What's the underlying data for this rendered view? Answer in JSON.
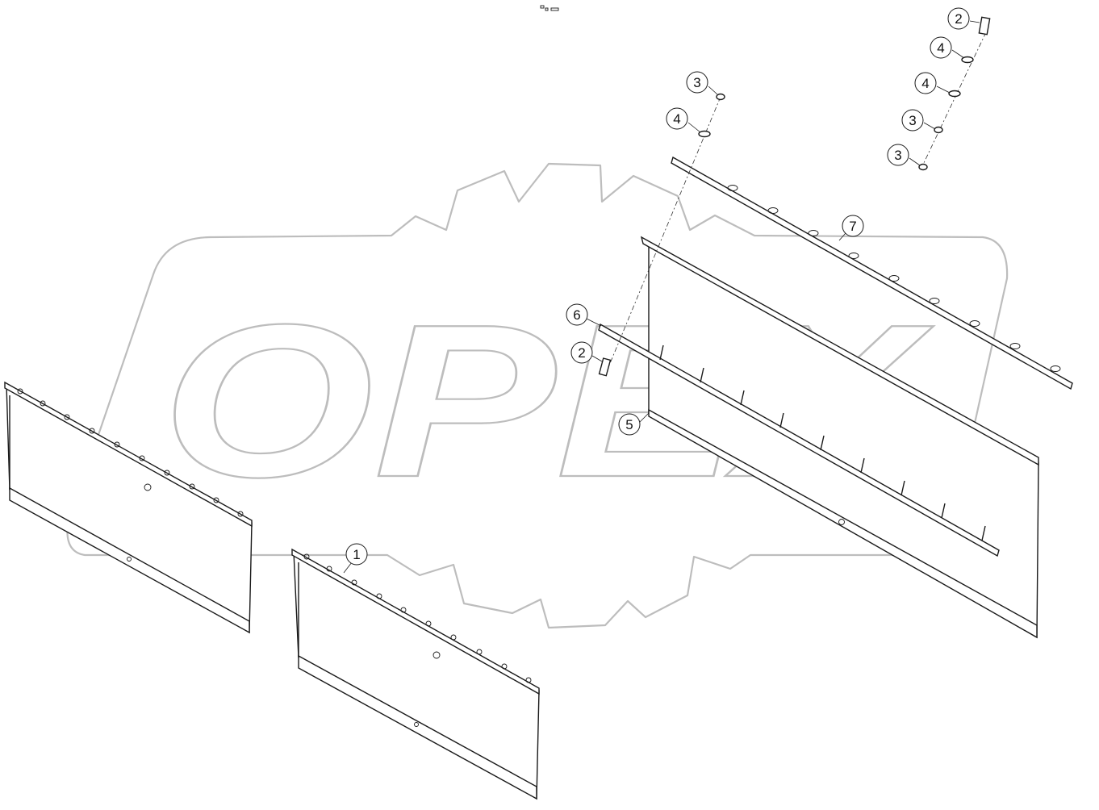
{
  "watermark": {
    "text": "OPEX"
  },
  "header_mark": "",
  "callouts": [
    {
      "id": "c-2a",
      "label": "2"
    },
    {
      "id": "c-4a",
      "label": "4"
    },
    {
      "id": "c-4b",
      "label": "4"
    },
    {
      "id": "c-3a",
      "label": "3"
    },
    {
      "id": "c-3b",
      "label": "3"
    },
    {
      "id": "c-3c",
      "label": "3"
    },
    {
      "id": "c-4c",
      "label": "4"
    },
    {
      "id": "c-7",
      "label": "7"
    },
    {
      "id": "c-6",
      "label": "6"
    },
    {
      "id": "c-2b",
      "label": "2"
    },
    {
      "id": "c-5",
      "label": "5"
    },
    {
      "id": "c-1",
      "label": "1"
    }
  ],
  "colors": {
    "line": "#1a1a1a",
    "watermark": "#bdbdbd",
    "background": "#ffffff"
  }
}
